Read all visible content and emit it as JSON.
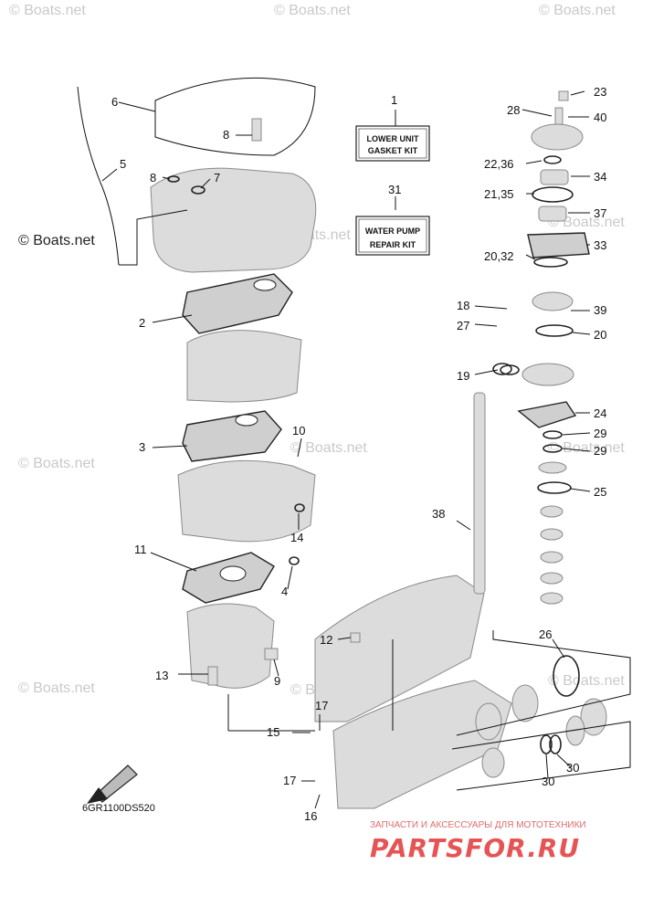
{
  "watermark": "© Boats.net",
  "diagram_code": "6GR1100DS520",
  "kits": [
    {
      "number": "1",
      "line1": "LOWER UNIT",
      "line2": "GASKET KIT"
    },
    {
      "number": "31",
      "line1": "WATER PUMP",
      "line2": "REPAIR KIT"
    }
  ],
  "callouts": {
    "c1": "1",
    "c2": "2",
    "c3": "3",
    "c4": "4",
    "c5": "5",
    "c6": "6",
    "c7": "7",
    "c8a": "8",
    "c8b": "8",
    "c9": "9",
    "c10": "10",
    "c11": "11",
    "c12": "12",
    "c13": "13",
    "c14": "14",
    "c15": "15",
    "c16": "16",
    "c17a": "17",
    "c17b": "17",
    "c18": "18",
    "c19": "19",
    "c20": "20",
    "c2032": "20,32",
    "c2135": "21,35",
    "c2236": "22,36",
    "c23": "23",
    "c24": "24",
    "c25": "25",
    "c26": "26",
    "c27": "27",
    "c28": "28",
    "c29a": "29",
    "c29b": "29",
    "c30a": "30",
    "c30b": "30",
    "c31": "31",
    "c33": "33",
    "c34": "34",
    "c37": "37",
    "c38": "38",
    "c39": "39",
    "c40": "40"
  },
  "footer": {
    "tagline": "ЗАПЧАСТИ И АКСЕССУАРЫ ДЛЯ МОТОТЕХНИКИ",
    "brand": "PARTSFOR.RU"
  }
}
